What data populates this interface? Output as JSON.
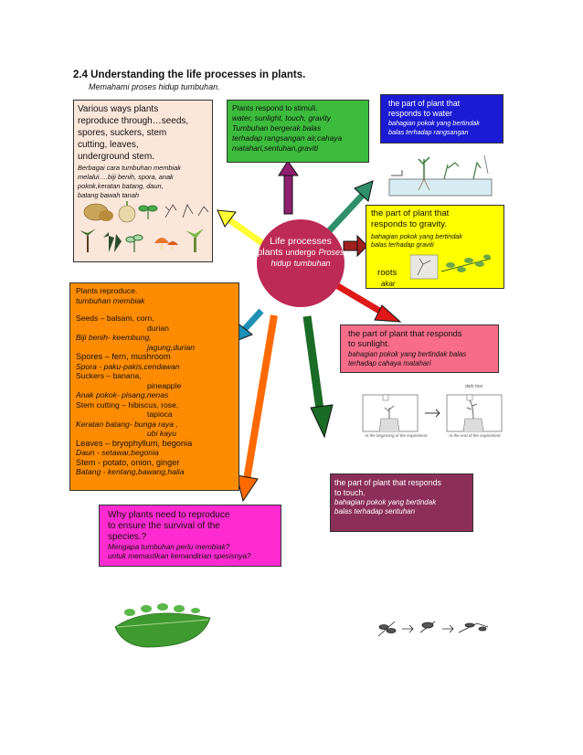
{
  "title": "2.4 Understanding the life processes in plants.",
  "subtitle": "Memahami proses hidup tumbuhan.",
  "hub": {
    "l1": "Life",
    "l2": "processes",
    "l3": "plants",
    "l4": "undergo",
    "l5": "Proses hidup",
    "l6": "tumbuhan"
  },
  "reproduce_box": {
    "lines": [
      "Various ways plants",
      "reproduce through…seeds,",
      "spores, suckers, stem",
      "cutting, leaves,",
      "underground stem."
    ],
    "sub": [
      "Berbagai cara tumbuhan membiak",
      "melalui….biji benih, spora, anak",
      "pokok,keratan batang, daun,",
      "batang bawah tanah"
    ]
  },
  "stimuli_box": {
    "line1": "Plants respond to stimuli.",
    "line2": "water, sunlight, touch, gravity",
    "sub": [
      "Tumbuhan bergerak balas",
      "terhadap rangsangan air,cahaya",
      "matahari,sentuhan,graviti"
    ]
  },
  "water_box": {
    "lines": [
      "the part of plant that",
      "responds to water"
    ],
    "sub": [
      "bahagian pokok yang bertindak",
      "balas terhadap rangsangan"
    ]
  },
  "gravity_box": {
    "lines": [
      "the part of plant that",
      "responds to gravity."
    ],
    "sub": [
      "bahagian pokok yang bertindak",
      "balas terhadap graviti"
    ],
    "roots": "roots",
    "akar": "akar"
  },
  "sunlight_box": {
    "lines": [
      "the part of plant that responds",
      "to sunlight."
    ],
    "sub": [
      "bahagian pokok yang bertindak balas",
      "terhadap cahaya matahari"
    ]
  },
  "sunlight_fig": {
    "label_top": "dark box",
    "cap_left": [
      "At the beginning",
      "of the experiment"
    ],
    "cap_right": [
      "At the end of",
      "the experiment"
    ]
  },
  "plant_reproduce_box": {
    "head": "Plants reproduce.",
    "head_sub": "tumbuhan membiak",
    "r1": "Seeds   – balsam, corn,",
    "r2": "durian",
    "r3": "Biji benih-  keembung,",
    "r4": "jagung,durian",
    "r5": "Spores  – fern, mushroom",
    "r6": "Spora   -  paku-pakis,cendawan",
    "r7": "Suckers – banana,",
    "r8": "pineapple",
    "r9": "Anak pokok- pisang,nenas",
    "r10": "Stem cutting – hibiscus, rose,",
    "r11": "tapioca",
    "r12": "Keratan batang- bunga  raya ,",
    "r13": "ubi kayu",
    "r14": "Leaves – bryophyllum, begonia",
    "r15": "Daun  -  setawar,begonia",
    "r16": "Stem  -   potato, onion, ginger",
    "r17": "Batang - kentang,bawang,halia"
  },
  "touch_box": {
    "lines": [
      "the part of plant that responds",
      "to touch."
    ],
    "sub": [
      "bahagian pokok yang bertindak",
      "balas terhadap sentuhan"
    ]
  },
  "why_box": {
    "lines": [
      "Why plants need to reproduce",
      "to ensure the survival of the",
      "species.?"
    ],
    "sub": [
      "Mengapa tumbuhan perlu membiak?",
      "untuk memastikan kemandirian spesisnya?"
    ]
  },
  "colors": {
    "reproduce": "#fbe6da",
    "stimuli": "#3dbb3d",
    "water": "#1b1bd3",
    "gravity": "#ffff00",
    "sunlight": "#f76c88",
    "plant_reproduce": "#ff8c00",
    "touch": "#8b2f58",
    "why": "#ff2bd0",
    "hub": "#bd2a56"
  }
}
